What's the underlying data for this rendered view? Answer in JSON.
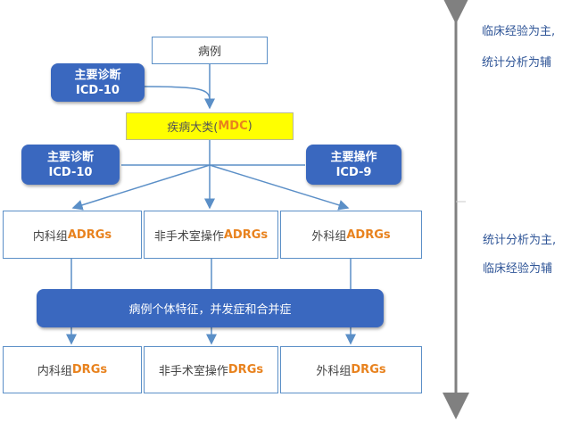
{
  "nodes": {
    "case": "病例",
    "main_diag_top": {
      "line1": "主要诊断",
      "line2": "ICD-10"
    },
    "mdc": {
      "prefix": "疾病大类(",
      "highlight": "MDC",
      "suffix": ")"
    },
    "main_diag_left": {
      "line1": "主要诊断",
      "line2": "ICD-10"
    },
    "main_op_right": {
      "line1": "主要操作",
      "line2": "ICD-9"
    },
    "adrg_internal": {
      "prefix": "内科组",
      "highlight": "ADRGs"
    },
    "adrg_nonop": {
      "prefix": "非手术室操作",
      "highlight": "ADRGs"
    },
    "adrg_surgical": {
      "prefix": "外科组",
      "highlight": "ADRGs"
    },
    "features_bar": "病例个体特征，并发症和合并症",
    "drg_internal": {
      "prefix": "内科组",
      "highlight": "DRGs"
    },
    "drg_nonop": {
      "prefix": "非手术室操作",
      "highlight": "DRGs"
    },
    "drg_surgical": {
      "prefix": "外科组",
      "highlight": "DRGs"
    }
  },
  "side": {
    "upper_line1": "临床经验为主,",
    "upper_line2": "统计分析为辅",
    "lower_line1": "统计分析为主,",
    "lower_line2": "临床经验为辅"
  },
  "colors": {
    "accent_blue": "#3a68bf",
    "outline_blue": "#5b8fc7",
    "highlight_orange": "#e8821e",
    "mdc_yellow": "#ffff00",
    "arrow_gray": "#7f7f7f"
  }
}
